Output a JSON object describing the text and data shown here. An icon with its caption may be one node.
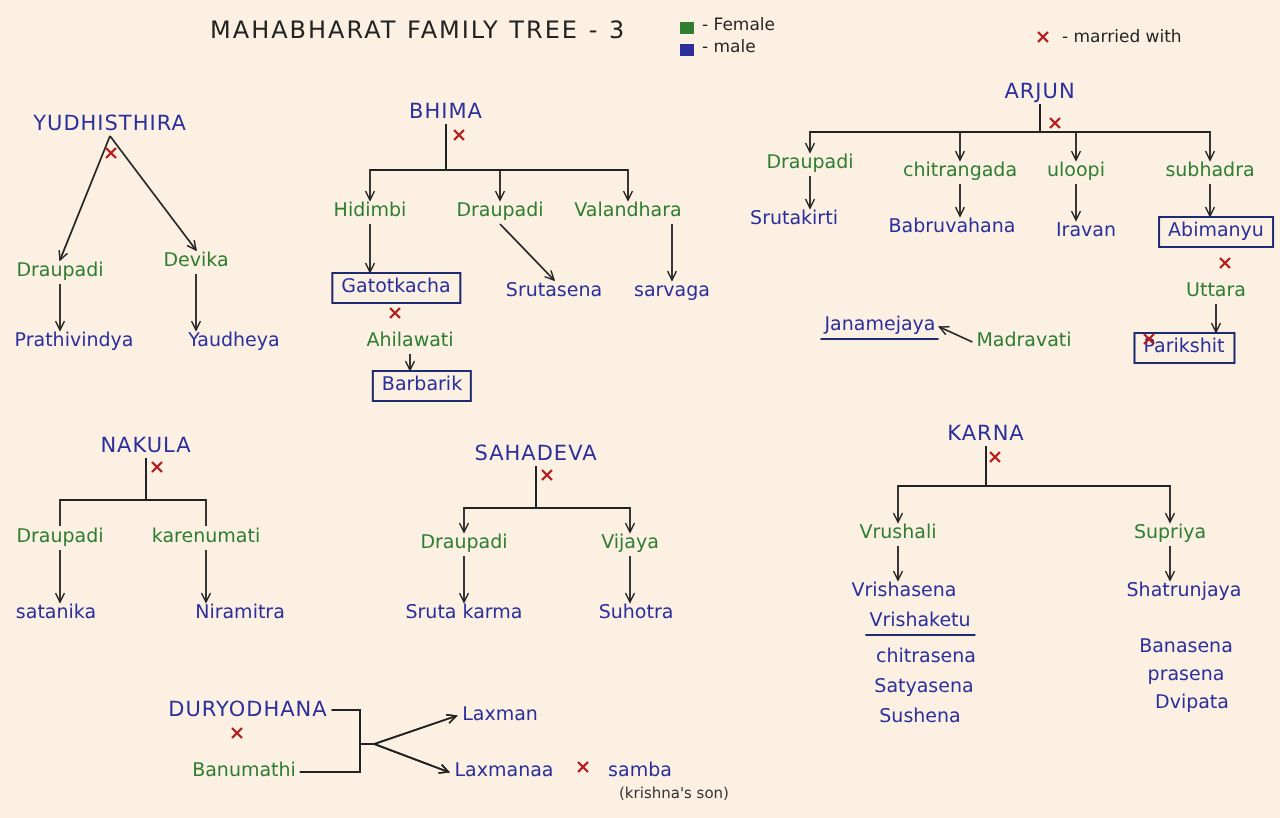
{
  "diagram": {
    "title": "MAHABHARAT FAMILY TREE - 3",
    "nodes": [
      {
        "text": [
          "YUDHISTHIRA"
        ]
      },
      {
        "text": [
          "Draupadi"
        ]
      },
      {
        "text": [
          "Devika"
        ]
      },
      {
        "text": [
          "Prathivindya"
        ]
      },
      {
        "text": [
          "Yaudheya"
        ]
      },
      {
        "text": [
          "BHIMA"
        ]
      },
      {
        "text": [
          "Hidimbi"
        ]
      },
      {
        "text": [
          "Draupadi"
        ]
      },
      {
        "text": [
          "Valandhara"
        ]
      },
      {
        "text": [
          "Gatotkacha"
        ]
      },
      {
        "text": [
          "Srutasena"
        ]
      },
      {
        "text": [
          "sarvaga"
        ]
      },
      {
        "text": [
          "Ahilawati"
        ]
      },
      {
        "text": [
          "Barbarik"
        ]
      },
      {
        "text": [
          "ARJUN"
        ]
      },
      {
        "text": [
          "Draupadi"
        ]
      },
      {
        "text": [
          "chitrangada"
        ]
      },
      {
        "text": [
          "uloopi"
        ]
      },
      {
        "text": [
          "subhadra"
        ]
      },
      {
        "text": [
          "Srutakirti"
        ]
      },
      {
        "text": [
          "Babruvahana"
        ]
      },
      {
        "text": [
          "Iravan"
        ]
      },
      {
        "text": [
          "Abimanyu"
        ]
      },
      {
        "text": [
          "Uttara"
        ]
      },
      {
        "text": [
          "Parikshit"
        ]
      },
      {
        "text": [
          "Madravati"
        ]
      },
      {
        "text": [
          "Janamejaya"
        ]
      },
      {
        "text": [
          "NAKULA"
        ]
      },
      {
        "text": [
          "Draupadi"
        ]
      },
      {
        "text": [
          "karenumati"
        ]
      },
      {
        "text": [
          "satanika"
        ]
      },
      {
        "text": [
          "Niramitra"
        ]
      },
      {
        "text": [
          "SAHADEVA"
        ]
      },
      {
        "text": [
          "Draupadi"
        ]
      },
      {
        "text": [
          "Vijaya"
        ]
      },
      {
        "text": [
          "Sruta karma"
        ]
      },
      {
        "text": [
          "Suhotra"
        ]
      },
      {
        "text": [
          "KARNA"
        ]
      },
      {
        "text": [
          "Vrushali"
        ]
      },
      {
        "text": [
          "Supriya"
        ]
      },
      {
        "text": [
          "Vrishasena"
        ]
      },
      {
        "text": [
          "Vrishaketu"
        ]
      },
      {
        "text": [
          "chitrasena"
        ]
      },
      {
        "text": [
          "Satyasena"
        ]
      },
      {
        "text": [
          "Sushena"
        ]
      },
      {
        "text": [
          "Shatrunjaya"
        ]
      },
      {
        "text": [
          "Banasena"
        ]
      },
      {
        "text": [
          "prasena"
        ]
      },
      {
        "text": [
          "Dvipata"
        ]
      },
      {
        "text": [
          "DURYODHANA"
        ]
      },
      {
        "text": [
          "Banumathi"
        ]
      },
      {
        "text": [
          "Laxman"
        ]
      },
      {
        "text": [
          "Laxmanaa"
        ]
      },
      {
        "text": [
          "samba"
        ],
        "beside": [
          "(krishna's son)"
        ]
      }
    ],
    "edges": [
      {
        "from": 0,
        "to": 1,
        "arrow": "to"
      },
      {
        "from": 0,
        "to": 2,
        "arrow": "to"
      },
      {
        "from": 1,
        "to": 3,
        "arrow": "to"
      },
      {
        "from": 2,
        "to": 4,
        "arrow": "to"
      },
      {
        "from": 5,
        "to": 6,
        "arrow": "to"
      },
      {
        "from": 5,
        "to": 7,
        "arrow": "to"
      },
      {
        "from": 5,
        "to": 8,
        "arrow": "to"
      },
      {
        "from": 6,
        "to": 9,
        "arrow": "to"
      },
      {
        "from": 7,
        "to": 10,
        "arrow": "to"
      },
      {
        "from": 8,
        "to": 11,
        "arrow": "to"
      },
      {
        "from": 12,
        "to": 13,
        "arrow": "to"
      },
      {
        "from": 14,
        "to": 15,
        "arrow": "to"
      },
      {
        "from": 14,
        "to": 16,
        "arrow": "to"
      },
      {
        "from": 14,
        "to": 17,
        "arrow": "to"
      },
      {
        "from": 14,
        "to": 18,
        "arrow": "to"
      },
      {
        "from": 15,
        "to": 19,
        "arrow": "to"
      },
      {
        "from": 16,
        "to": 20,
        "arrow": "to"
      },
      {
        "from": 17,
        "to": 21,
        "arrow": "to"
      },
      {
        "from": 18,
        "to": 22,
        "arrow": "to"
      },
      {
        "from": 23,
        "to": 24,
        "arrow": "to"
      },
      {
        "from": 25,
        "to": 26,
        "arrow": "to"
      },
      {
        "from": 27,
        "to": 28,
        "arrow": "none"
      },
      {
        "from": 27,
        "to": 29,
        "arrow": "none"
      },
      {
        "from": 28,
        "to": 30,
        "arrow": "to"
      },
      {
        "from": 29,
        "to": 31,
        "arrow": "to"
      },
      {
        "from": 32,
        "to": 33,
        "arrow": "to"
      },
      {
        "from": 32,
        "to": 34,
        "arrow": "to"
      },
      {
        "from": 33,
        "to": 35,
        "arrow": "to"
      },
      {
        "from": 34,
        "to": 36,
        "arrow": "to"
      },
      {
        "from": 37,
        "to": 38,
        "arrow": "to"
      },
      {
        "from": 37,
        "to": 39,
        "arrow": "to"
      },
      {
        "from": 38,
        "to": 40,
        "arrow": "to"
      },
      {
        "from": 39,
        "to": 45,
        "arrow": "to"
      },
      {
        "from": 49,
        "to": 51,
        "arrow": "to"
      },
      {
        "from": 49,
        "to": 52,
        "arrow": "to"
      },
      {
        "from": 50,
        "to": 51,
        "arrow": "to"
      },
      {
        "from": 50,
        "to": 52,
        "arrow": "to"
      }
    ],
    "legend": [
      {
        "text": "- Female",
        "color": "#2e7d32"
      },
      {
        "text": "- male",
        "color": "#2a2f9c"
      },
      {
        "text": "- married with"
      }
    ]
  }
}
